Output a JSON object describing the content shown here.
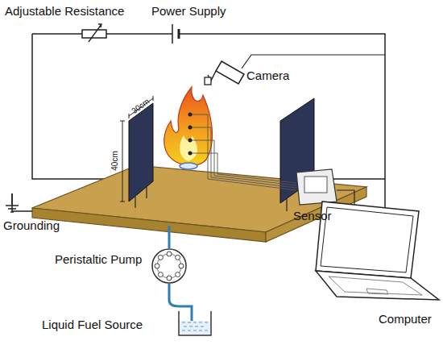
{
  "diagram": {
    "labels": [
      "Adjustable Resistance",
      "Power Supply",
      "Camera",
      "30cm",
      "40cm",
      "Grounding",
      "Sensor",
      "Peristaltic Pump",
      "Liquid Fuel Source",
      "Computer"
    ]
  }
}
